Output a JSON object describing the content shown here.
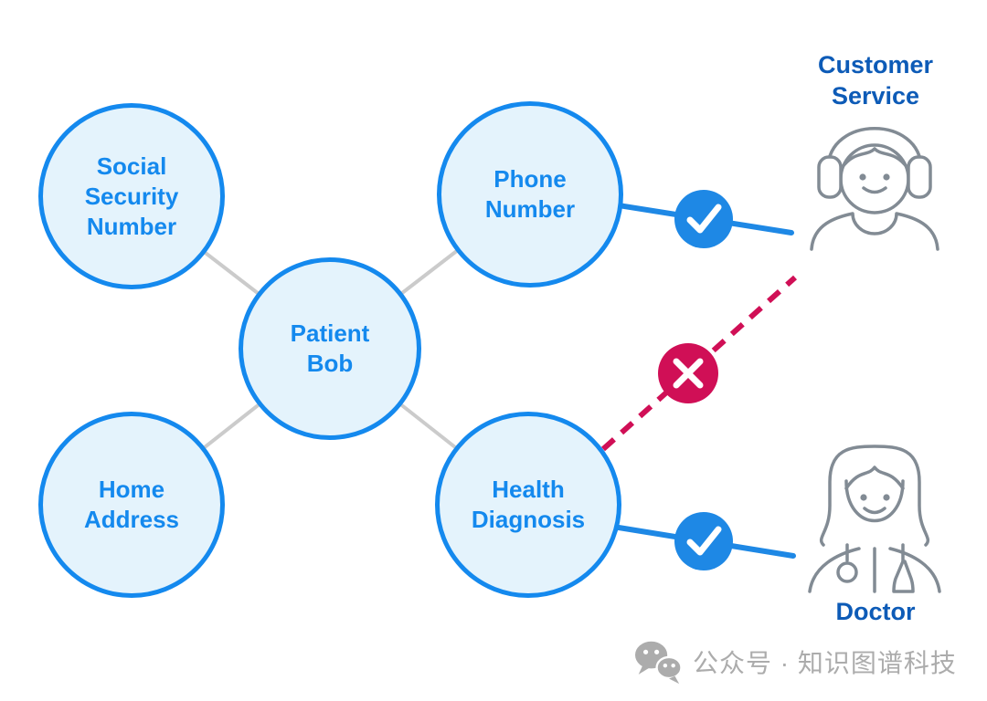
{
  "diagram": {
    "title": "patient-data-access-graph",
    "nodes": {
      "patient": {
        "lines": [
          "Patient",
          "Bob"
        ]
      },
      "ssn": {
        "lines": [
          "Social",
          "Security",
          "Number"
        ]
      },
      "phone": {
        "lines": [
          "Phone",
          "Number"
        ]
      },
      "home": {
        "lines": [
          "Home",
          "Address"
        ]
      },
      "health": {
        "lines": [
          "Health",
          "Diagnosis"
        ]
      }
    },
    "actors": {
      "customer_service": {
        "lines": [
          "Customer",
          "Service"
        ]
      },
      "doctor": {
        "label": "Doctor"
      }
    },
    "edges": [
      {
        "from": "Patient Bob",
        "to": "Social Security Number",
        "type": "spoke"
      },
      {
        "from": "Patient Bob",
        "to": "Phone Number",
        "type": "spoke"
      },
      {
        "from": "Patient Bob",
        "to": "Home Address",
        "type": "spoke"
      },
      {
        "from": "Patient Bob",
        "to": "Health Diagnosis",
        "type": "spoke"
      },
      {
        "from": "Phone Number",
        "to": "Customer Service",
        "status": "allowed",
        "badge": "check"
      },
      {
        "from": "Health Diagnosis",
        "to": "Customer Service",
        "status": "denied",
        "badge": "cross",
        "style": "dashed"
      },
      {
        "from": "Health Diagnosis",
        "to": "Doctor",
        "status": "allowed",
        "badge": "check"
      }
    ],
    "colors": {
      "node_fill": "#E4F3FC",
      "node_stroke": "#1489EE",
      "node_text": "#1489EE",
      "actor_label": "#0D5BB7",
      "allow_blue": "#1E88E5",
      "deny_red": "#D00F56",
      "spoke_gray": "#CBCBCB",
      "icon_gray": "#828B94",
      "watermark_gray": "#ACACAC"
    },
    "icons": [
      "headset-agent-icon",
      "doctor-icon",
      "check-icon",
      "x-icon",
      "wechat-icon"
    ]
  },
  "watermark": {
    "text": "公众号 · 知识图谱科技"
  }
}
